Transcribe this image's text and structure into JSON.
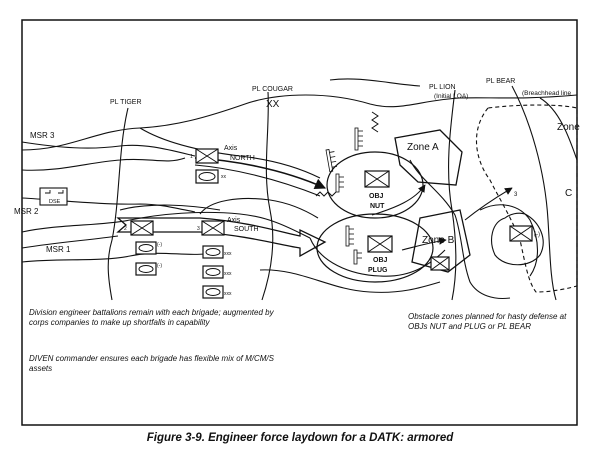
{
  "phase_lines": {
    "tiger": "PL TIGER",
    "cougar": "PL COUGAR",
    "lion": "PL LION",
    "lion_note": "(Initial LOA)",
    "bear": "PL BEAR",
    "bear_note": "(Breachhead line"
  },
  "boundary_symbol": "XX",
  "routes": [
    "MSR 3",
    "MSR 2",
    "MSR 1"
  ],
  "dse_label": "DSE",
  "axes": {
    "north": {
      "line1": "Axis",
      "line2": "NORTH",
      "num": "1"
    },
    "south": {
      "line1": "Axis",
      "line2": "SOUTH",
      "num": "2"
    }
  },
  "objectives": {
    "nut": {
      "line1": "OBJ",
      "line2": "NUT"
    },
    "plug": {
      "line1": "OBJ",
      "line2": "PLUG"
    }
  },
  "zones": {
    "a": "Zone A",
    "b": "Zone B",
    "c_line1": "Zone",
    "c_line2": "C"
  },
  "unit_marks": {
    "north_eng": "xx",
    "south_eng_1": "(-)",
    "south_eng_2": "(-)",
    "corps_1": "xxx",
    "corps_2": "xxx",
    "corps_3": "xxx",
    "south_num": "3",
    "east_unit": "(-)",
    "east_num": "3"
  },
  "notes": {
    "left_1": "Division engineer battalions remain with each brigade; augmented by corps companies to make up shortfalls in capability",
    "left_2": "DIVEN commander ensures each brigade has flexible mix of M/CM/S assets",
    "right_1": "Obstacle zones planned for hasty defense at OBJs NUT and PLUG or PL BEAR"
  },
  "caption": "Figure 3-9.  Engineer force laydown for a DATK: armored"
}
